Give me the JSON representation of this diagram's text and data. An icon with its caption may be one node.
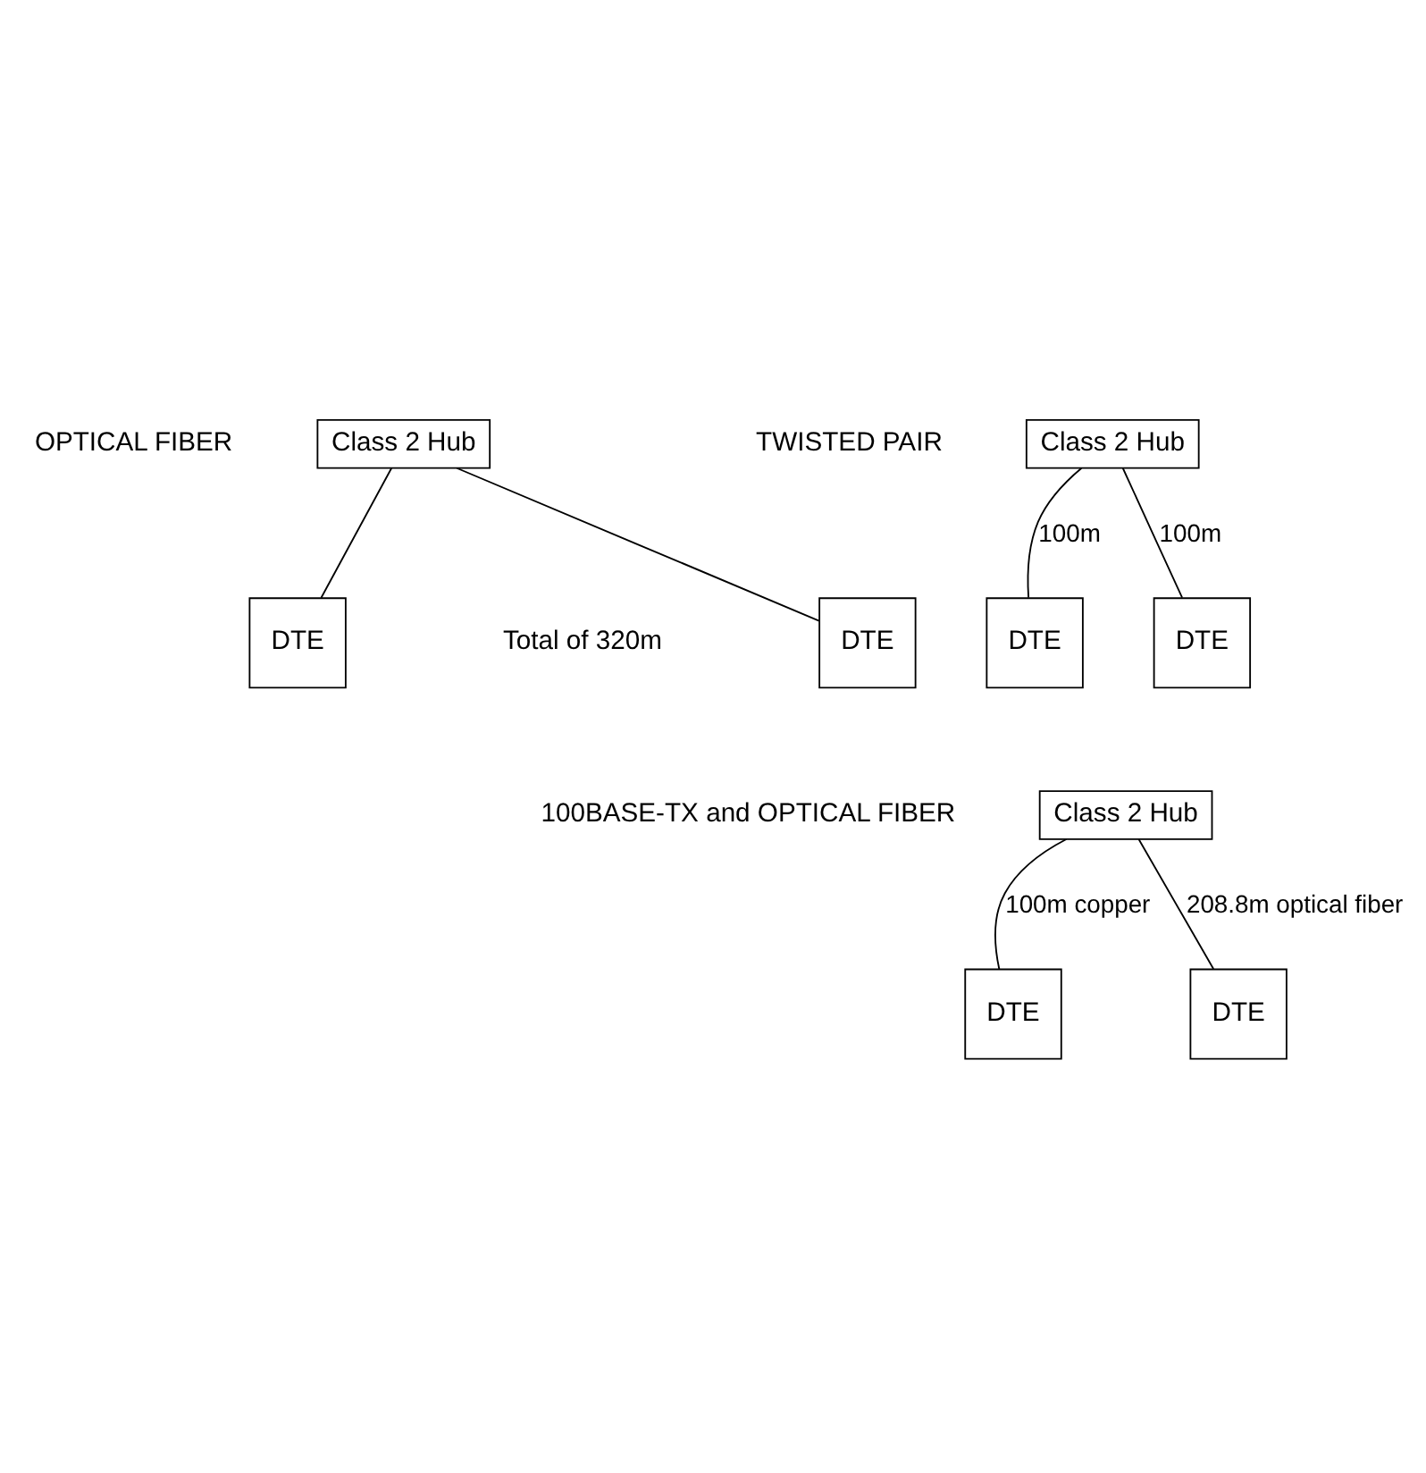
{
  "diagram": {
    "nodes": [
      {
        "text": [
          "Class 2 Hub"
        ]
      },
      {
        "text": [
          "DTE"
        ]
      },
      {
        "text": [
          "DTE"
        ]
      },
      {
        "text": [
          "Class 2 Hub"
        ]
      },
      {
        "text": [
          "DTE"
        ]
      },
      {
        "text": [
          "DTE"
        ]
      },
      {
        "text": [
          "Class 2 Hub"
        ]
      },
      {
        "text": [
          "DTE"
        ]
      },
      {
        "text": [
          "DTE"
        ]
      }
    ],
    "edges": [
      {
        "from": 0,
        "to": 1,
        "arrow": "none",
        "label": "100m"
      },
      {
        "from": 0,
        "to": 2,
        "arrow": "none",
        "label": "100m"
      },
      {
        "from": 3,
        "to": 4,
        "arrow": "none"
      },
      {
        "from": 3,
        "to": 5,
        "arrow": "none"
      },
      {
        "from": 6,
        "to": 7,
        "arrow": "none",
        "label": "100m copper"
      },
      {
        "from": 6,
        "to": 8,
        "arrow": "none",
        "label": "208.8m optical fiber"
      }
    ],
    "labels": [
      "TWISTED PAIR",
      "OPTICAL FIBER",
      "Total of 320m",
      "100BASE-TX and OPTICAL FIBER"
    ]
  }
}
